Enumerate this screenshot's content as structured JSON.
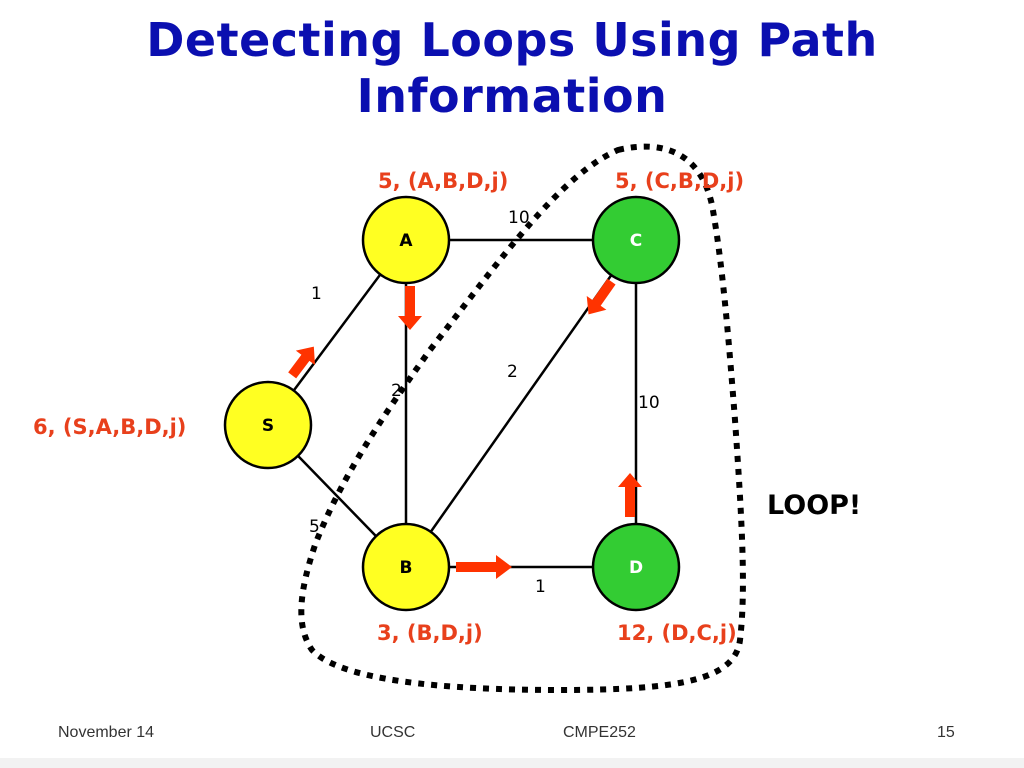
{
  "title": {
    "line1": "Detecting Loops Using Path",
    "line2": "Information"
  },
  "diagram": {
    "nodes": {
      "A": {
        "label": "A",
        "route": "5, (A,B,D,j)",
        "color": "#ffff22"
      },
      "C": {
        "label": "C",
        "route": "5, (C,B,D,j)",
        "color": "#33cc33"
      },
      "S": {
        "label": "S",
        "route": "6, (S,A,B,D,j)",
        "color": "#ffff22"
      },
      "B": {
        "label": "B",
        "route": "3, (B,D,j)",
        "color": "#ffff22"
      },
      "D": {
        "label": "D",
        "route": "12, (D,C,j)",
        "color": "#33cc33"
      }
    },
    "edges": {
      "S_A": "1",
      "S_B": "5",
      "A_C": "10",
      "A_B": "2",
      "B_C": "2",
      "C_D": "10",
      "B_D": "1"
    },
    "loop_label": "LOOP!",
    "arrow_color": "#ff3300",
    "route_color": "#e8401c"
  },
  "footer": {
    "date": "November 14",
    "org": "UCSC",
    "course": "CMPE252",
    "page": "15"
  }
}
